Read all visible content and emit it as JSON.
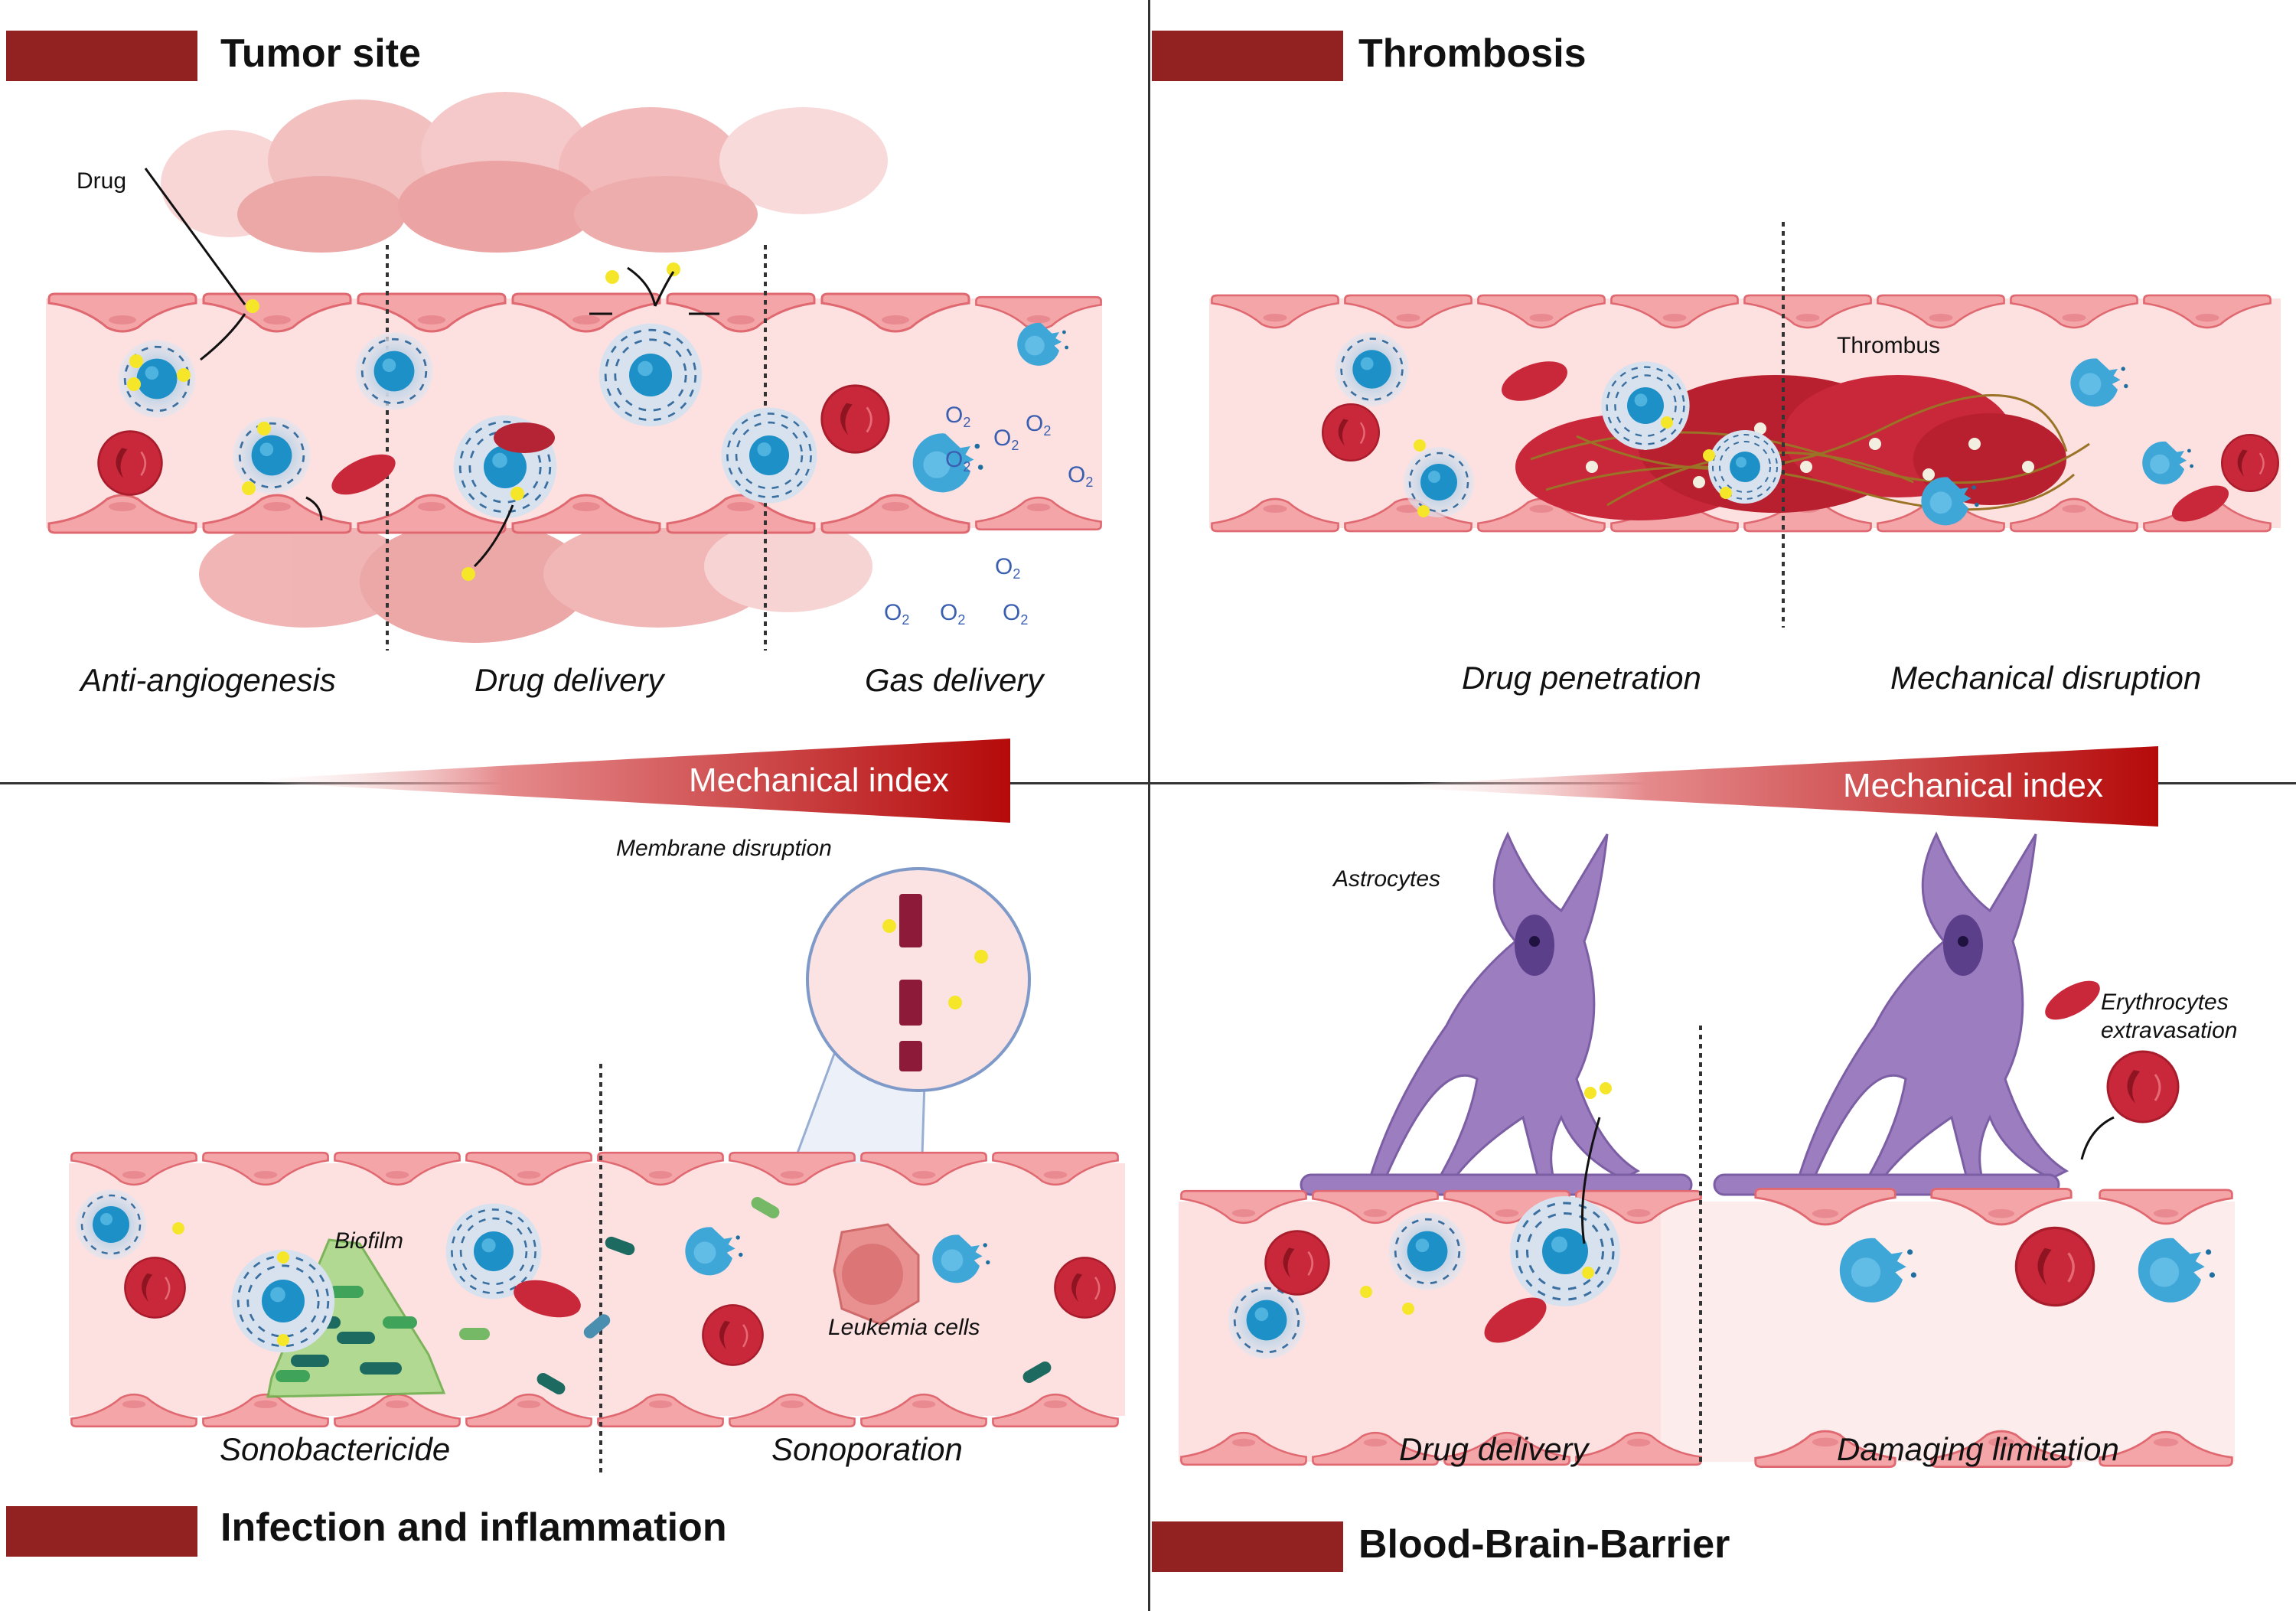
{
  "colors": {
    "header_bar": "#922222",
    "vessel_lumen": "#fde0e0",
    "endothelial": "#f4a5a8",
    "endothelial_stroke": "#e06870",
    "rbc": "#c8283a",
    "microbubble": "#1e90c8",
    "drug": "#f5e62a",
    "astrocyte": "#9b7dc0",
    "mechanical_index_dark": "#b50a0a",
    "o2_text": "#3a5fb0"
  },
  "panels": {
    "tumor": {
      "title": "Tumor site",
      "drug_label": "Drug",
      "captions": [
        "Anti-angiogenesis",
        "Drug delivery",
        "Gas delivery"
      ],
      "gas_symbol": "O",
      "gas_subscript": "2"
    },
    "thrombosis": {
      "title": "Thrombosis",
      "thrombus_label": "Thrombus",
      "captions": [
        "Drug penetration",
        "Mechanical disruption"
      ]
    },
    "infection": {
      "title": "Infection and inflammation",
      "membrane_label": "Membrane disruption",
      "biofilm_label": "Biofilm",
      "leukemia_label": "Leukemia cells",
      "captions": [
        "Sonobactericide",
        "Sonoporation"
      ]
    },
    "bbb": {
      "title": "Blood-Brain-Barrier",
      "astrocytes_label": "Astrocytes",
      "erythrocytes_label_line1": "Erythrocytes",
      "erythrocytes_label_line2": "extravasation",
      "captions": [
        "Drug delivery",
        "Damaging limitation"
      ]
    }
  },
  "mechanical_index": {
    "left_label": "Mechanical index",
    "right_label": "Mechanical index"
  }
}
